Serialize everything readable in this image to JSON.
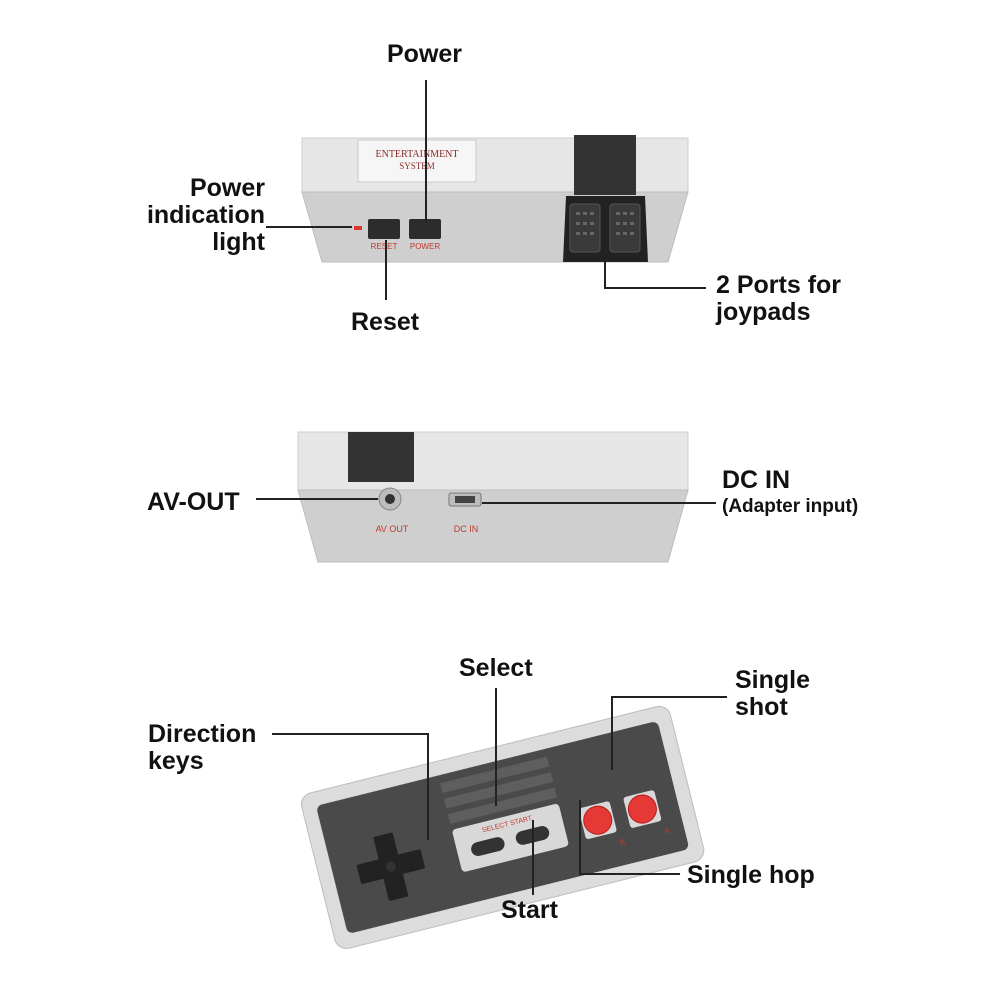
{
  "console_front": {
    "label_plate": {
      "line1": "ENTERTAINMENT",
      "line2": "SYSTEM"
    },
    "reset_print": "RESET",
    "power_print": "POWER"
  },
  "console_back": {
    "av_print": "AV OUT",
    "dc_print": "DC IN"
  },
  "callouts": {
    "power": "Power",
    "power_light_1": "Power",
    "power_light_2": "indication",
    "power_light_3": "light",
    "reset": "Reset",
    "ports_1": "2 Ports for",
    "ports_2": "joypads",
    "av_out": "AV-OUT",
    "dc_in": "DC IN",
    "dc_in_sub": "(Adapter input)",
    "select": "Select",
    "single_shot_1": "Single",
    "single_shot_2": "shot",
    "direction_1": "Direction",
    "direction_2": "keys",
    "single_hop": "Single hop",
    "start": "Start"
  },
  "controller": {
    "pad_print": "SELECT  START",
    "b_print": "B",
    "a_print": "A"
  },
  "colors": {
    "console_gray": "#dcdcdc",
    "console_dark": "#c8c8c8",
    "port_black": "#2a2a2a",
    "button_red": "#e53935",
    "print_red": "#c0392b"
  }
}
